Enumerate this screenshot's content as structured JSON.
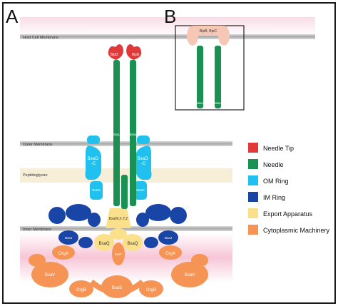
{
  "panels": {
    "a": "A",
    "b": "B"
  },
  "membranes": {
    "host": "Host Cell Membrane",
    "outer": "Outer Membrane",
    "peptidoglycan": "Peptidoglycan",
    "inner": "Inner Membrane"
  },
  "proteins": {
    "tip_left": "BipD",
    "tip_right": "BipD",
    "needle_left": "BsaL",
    "needle_right": "BsaL",
    "om_left": "BsaO\n-C",
    "om_right": "BsaO\n-C",
    "om_lower_left": "BsaO",
    "om_lower_right": "BsaO",
    "im_left": "BsaJ",
    "im_right": "BsaJ",
    "export_center": "BsaW,X,Y,Z",
    "export_left": "BsaQ",
    "export_right": "BsaQ",
    "sorting_center": "BsaT",
    "orga_left": "OrgA",
    "orga_right": "OrgA",
    "bsav_left": "BsaV",
    "bsav_right": "BsaV",
    "orgb_left": "OrgB",
    "orgb_right": "OrgB",
    "bsas": "BsaS",
    "translocon": "BipB, BipC",
    "b_needle_left": "BsaL",
    "b_needle_right": "BsaL"
  },
  "legend": [
    {
      "label": "Needle Tip",
      "color": "#e0393a"
    },
    {
      "label": "Needle",
      "color": "#1a9152"
    },
    {
      "label": "OM Ring",
      "color": "#21c1ef"
    },
    {
      "label": "IM Ring",
      "color": "#1845a6"
    },
    {
      "label": "Export Apparatus",
      "color": "#fbe08c"
    },
    {
      "label": "Cytoplasmic Machinery",
      "color": "#f59455"
    }
  ]
}
